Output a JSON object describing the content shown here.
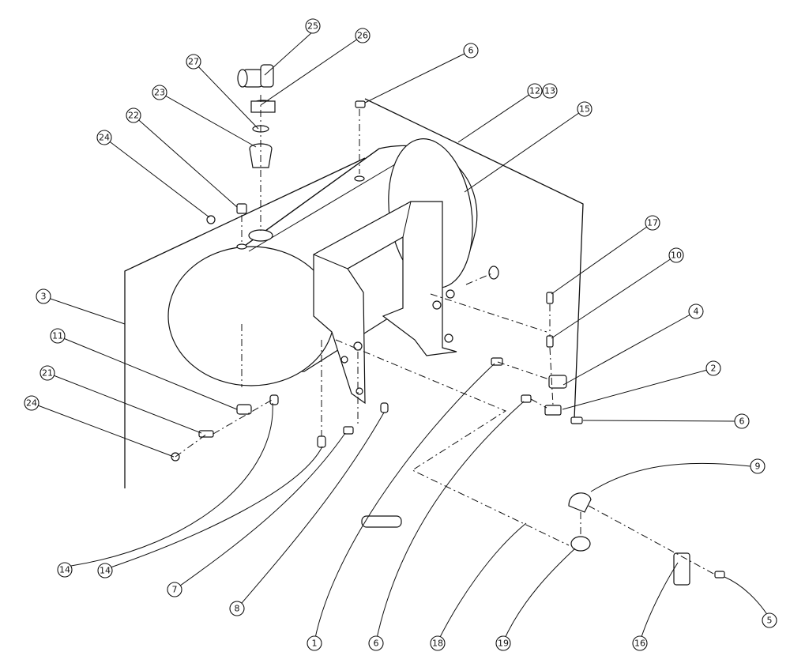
{
  "callouts": [
    "25",
    "26",
    "27",
    "23",
    "22",
    "24",
    "6",
    "12",
    "13",
    "15",
    "3",
    "11",
    "21",
    "24",
    "17",
    "10",
    "4",
    "2",
    "6",
    "9",
    "14",
    "14",
    "7",
    "8",
    "1",
    "6",
    "18",
    "19",
    "16",
    "5"
  ]
}
